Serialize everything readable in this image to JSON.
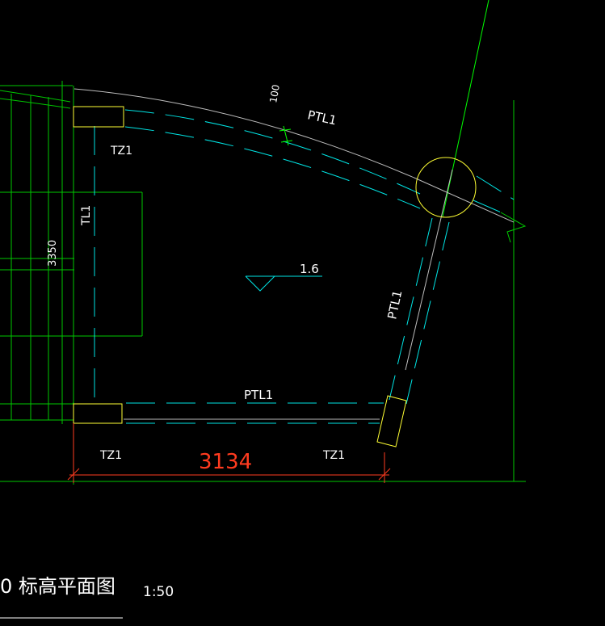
{
  "drawing": {
    "background": "#000000",
    "colors": {
      "frame_green": "#00c800",
      "bright_green": "#00ff00",
      "cyan": "#00e5e5",
      "yellow": "#ffff33",
      "white": "#ffffff",
      "gray": "#bdbdbd",
      "dimension_red": "#ff3b1f"
    },
    "labels": {
      "tz1_top": "TZ1",
      "tz1_bottom_left": "TZ1",
      "tz1_bottom_right": "TZ1",
      "tl1": "TL1",
      "dim_3350": "3350",
      "dim_100": "100",
      "ptl1_top": "PTL1",
      "ptl1_right": "PTL1",
      "ptl1_bottom": "PTL1",
      "elevation": "1.6",
      "dim_3134": "3134"
    },
    "title": {
      "text": "0 标高平面图",
      "scale": "1:50"
    }
  }
}
